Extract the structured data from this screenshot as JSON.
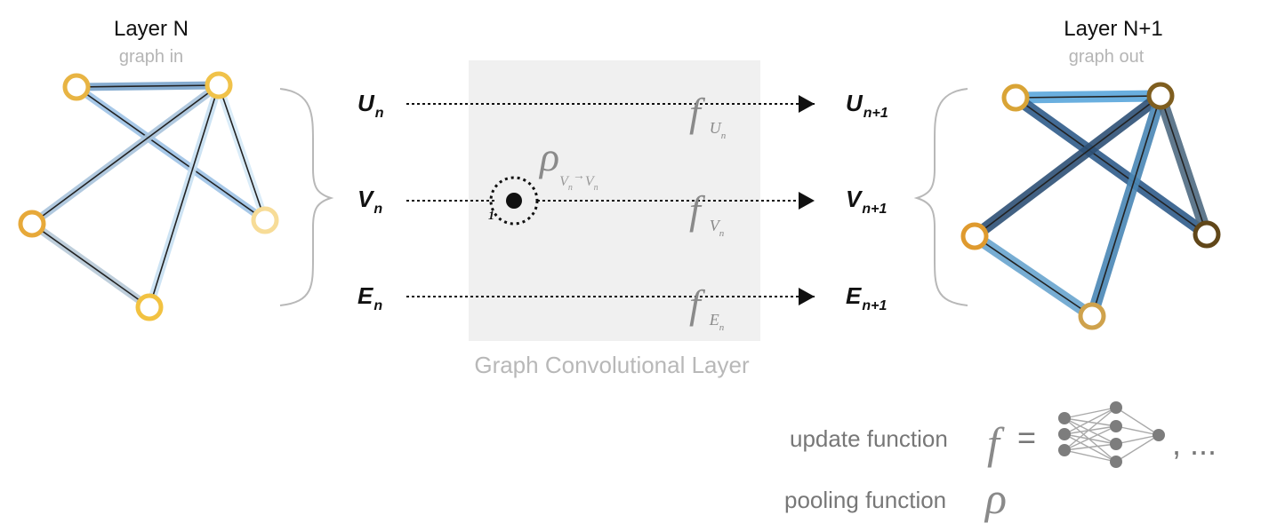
{
  "layer_in": {
    "title": "Layer N",
    "subtitle": "graph in",
    "edge_colors": [
      "#7aa4cc",
      "#9ec3e6",
      "#a9c4dc",
      "#c8e0f2",
      "#d6eaf8",
      "#b7c9d8",
      "#5b8fbf"
    ],
    "node_colors": [
      "#e8b443",
      "#f0c24a",
      "#e7a93a",
      "#f7dc97",
      "#f2c241"
    ]
  },
  "layer_out": {
    "title": "Layer N+1",
    "subtitle": "graph out",
    "edge_colors": [
      "#5aa7dc",
      "#2f5b8a",
      "#2e5176",
      "#4a87b5",
      "#4f6b82",
      "#69a5cf",
      "#6aa9d6"
    ],
    "node_colors": [
      "#d9a436",
      "#7f5e1f",
      "#df9a2e",
      "#614719",
      "#cfa24c"
    ]
  },
  "vars_in": {
    "u": {
      "letter": "U",
      "sub": "n"
    },
    "v": {
      "letter": "V",
      "sub": "n"
    },
    "e": {
      "letter": "E",
      "sub": "n"
    }
  },
  "vars_out": {
    "u": {
      "letter": "U",
      "sub": "n+1"
    },
    "v": {
      "letter": "V",
      "sub": "n+1"
    },
    "e": {
      "letter": "E",
      "sub": "n+1"
    }
  },
  "update_functions": {
    "u": {
      "symbol": "f",
      "sub": "U",
      "subsub": "n"
    },
    "v": {
      "symbol": "f",
      "sub": "V",
      "subsub": "n"
    },
    "e": {
      "symbol": "f",
      "sub": "E",
      "subsub": "n"
    }
  },
  "pooling": {
    "symbol": "ρ",
    "sub_from": "V",
    "sub_from_n": "n",
    "arrow": "→",
    "sub_to": "V",
    "sub_to_n": "n",
    "loop_label": "1"
  },
  "box_label": "Graph Convolutional Layer",
  "legend": {
    "update_label": "update function",
    "update_symbol": "f",
    "equals": "=",
    "ellipsis": ", ...",
    "pooling_label": "pooling function",
    "pooling_symbol": "ρ"
  },
  "colors": {
    "box_fill": "#f0f0f0",
    "arrow": "#111111",
    "brace": "#b8b8b8",
    "nn_node": "#7d7d7d",
    "nn_edge": "#a9a9a9"
  }
}
